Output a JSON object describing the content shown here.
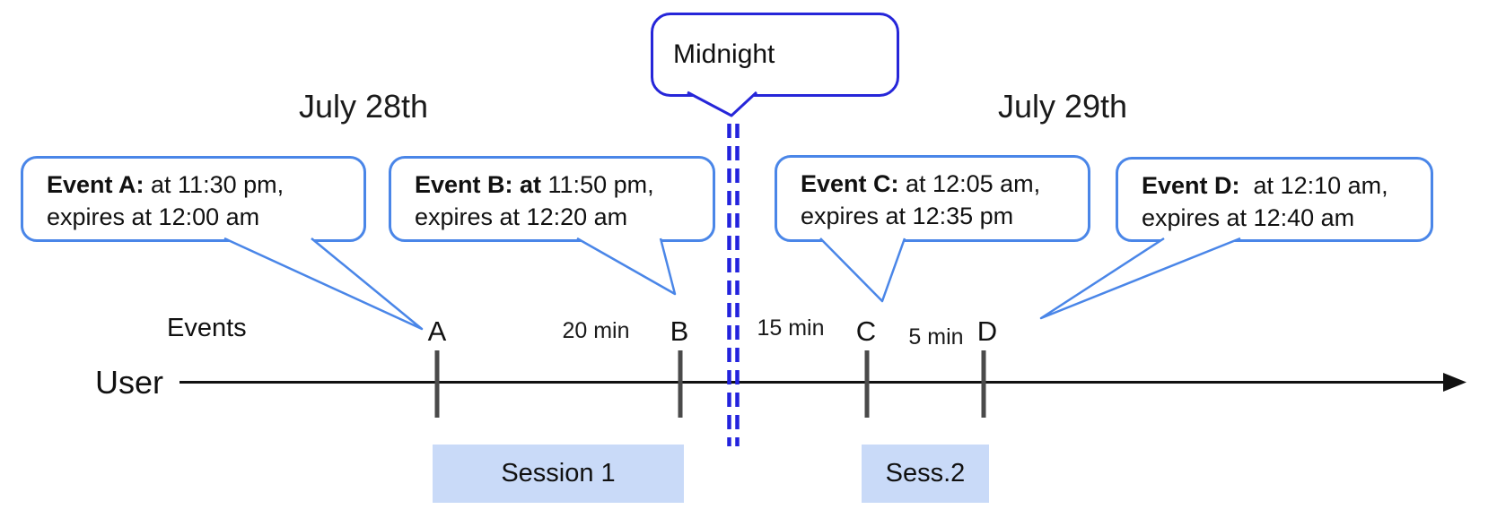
{
  "diagram": {
    "midnight_label": "Midnight",
    "date_left": "July 28th",
    "date_right": "July 29th",
    "user_label": "User",
    "events_axis_label": "Events",
    "bubbles": [
      {
        "bold": "Event A:",
        "rest": " at 11:30 pm,",
        "line2": "expires at 12:00 am"
      },
      {
        "bold": "Event B: at",
        "rest": " 11:50 pm,",
        "line2": "expires at 12:20 am"
      },
      {
        "bold": "Event C:",
        "rest": " at 12:05 am,",
        "line2": "expires at 12:35 pm"
      },
      {
        "bold": "Event D:",
        "rest": "  at 12:10 am,",
        "line2": "expires at 12:40 am"
      }
    ],
    "markers": [
      {
        "letter": "A"
      },
      {
        "letter": "B"
      },
      {
        "letter": "C"
      },
      {
        "letter": "D"
      }
    ],
    "intervals": [
      {
        "label": "20 min"
      },
      {
        "label": "15 min"
      },
      {
        "label": "5 min"
      }
    ],
    "sessions": [
      {
        "label": "Session 1"
      },
      {
        "label": "Sess.2"
      }
    ],
    "colors": {
      "callout_blue": "#4a86e8",
      "midnight_blue": "#2626d9",
      "session_fill": "#c9daf8",
      "tick_gray": "#4a4a4a",
      "axis_black": "#111111"
    }
  }
}
